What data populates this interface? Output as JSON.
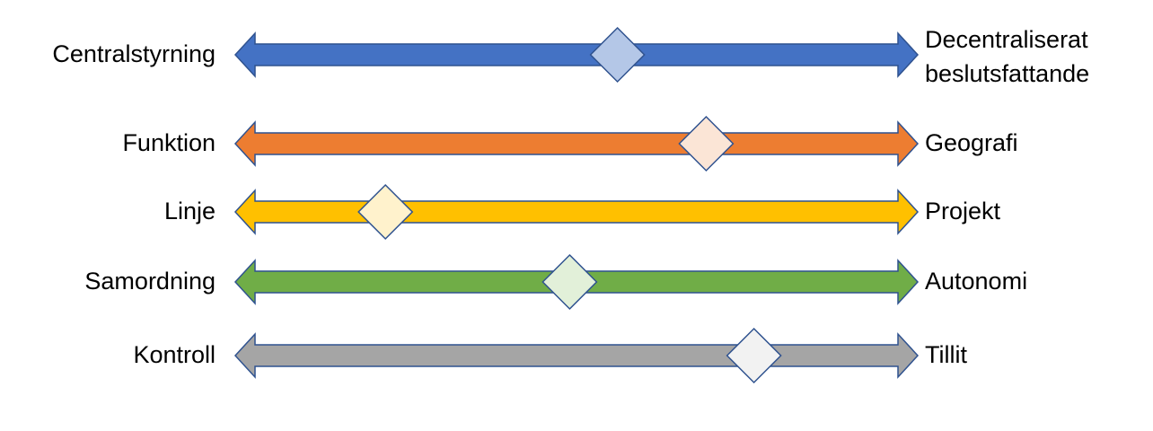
{
  "scales": [
    {
      "left_label": "Centralstyrning",
      "right_label_lines": [
        "Decentraliserat",
        "beslutsfattande"
      ],
      "marker_position": 0.56,
      "colors": {
        "bar": "#4472C4",
        "stroke": "#2F528F",
        "marker": "#B4C7E7"
      }
    },
    {
      "left_label": "Funktion",
      "right_label_lines": [
        "Geografi"
      ],
      "marker_position": 0.69,
      "colors": {
        "bar": "#ED7D31",
        "stroke": "#2F528F",
        "marker": "#FBE5D6"
      }
    },
    {
      "left_label": "Linje",
      "right_label_lines": [
        "Projekt"
      ],
      "marker_position": 0.22,
      "colors": {
        "bar": "#FFC000",
        "stroke": "#2F528F",
        "marker": "#FFF2CC"
      }
    },
    {
      "left_label": "Samordning",
      "right_label_lines": [
        "Autonomi"
      ],
      "marker_position": 0.49,
      "colors": {
        "bar": "#70AD47",
        "stroke": "#2F528F",
        "marker": "#E2F0D9"
      }
    },
    {
      "left_label": "Kontroll",
      "right_label_lines": [
        "Tillit"
      ],
      "marker_position": 0.76,
      "colors": {
        "bar": "#A5A5A5",
        "stroke": "#2F528F",
        "marker": "#F2F2F2"
      }
    }
  ]
}
